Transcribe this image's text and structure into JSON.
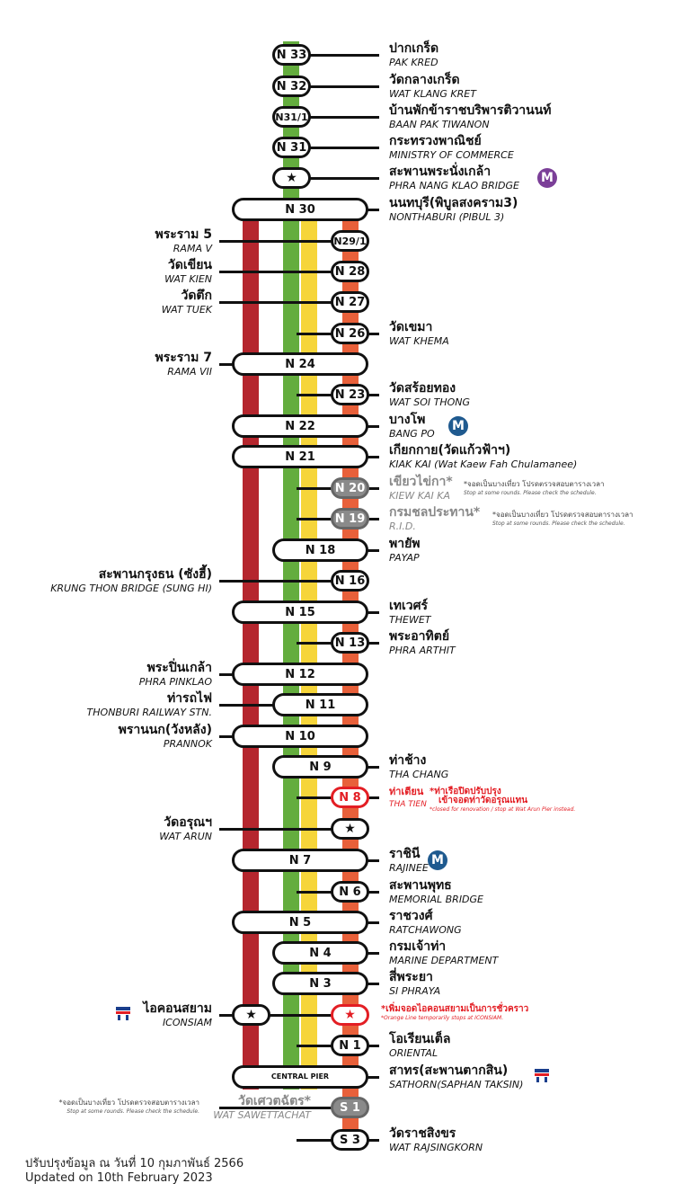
{
  "colors": {
    "red_line": "#b5262e",
    "green_line": "#64ad3e",
    "yellow_line": "#f6d53a",
    "orange_line": "#e8603a",
    "mrt_purple": "#7b3f98",
    "mrt_blue": "#1f5a8f",
    "alert_red": "#e31e24"
  },
  "stations": [
    {
      "code": "N 33",
      "type": "small-green",
      "th": "ปากเกร็ด",
      "en": "PAK KRED",
      "side": "right"
    },
    {
      "code": "N 32",
      "type": "small-green",
      "th": "วัดกลางเกร็ด",
      "en": "WAT KLANG KRET",
      "side": "right"
    },
    {
      "code": "N31/1",
      "type": "small-green",
      "th": "บ้านพักข้าราชบริพารติวานนท์",
      "en": "BAAN PAK TIWANON",
      "side": "right"
    },
    {
      "code": "N 31",
      "type": "small-green",
      "th": "กระทรวงพาณิชย์",
      "en": "MINISTRY OF COMMERCE",
      "side": "right"
    },
    {
      "code": "★",
      "type": "small-green",
      "th": "สะพานพระนั่งเกล้า",
      "en": "PHRA NANG KLAO BRIDGE",
      "side": "right",
      "icon": "mrt-purple-icon"
    },
    {
      "code": "N 30",
      "type": "wide",
      "th": "นนทบุรี(พิบูลสงคราม3)",
      "en": "NONTHABURI (PIBUL 3)",
      "side": "right"
    },
    {
      "code": "N29/1",
      "type": "orange",
      "th": "พระราม 5",
      "en": "RAMA V",
      "side": "left"
    },
    {
      "code": "N 28",
      "type": "orange",
      "th": "วัดเขียน",
      "en": "WAT KIEN",
      "side": "left"
    },
    {
      "code": "N 27",
      "type": "orange",
      "th": "วัดตึก",
      "en": "WAT TUEK",
      "side": "left"
    },
    {
      "code": "N 26",
      "type": "orange",
      "th": "วัดเขมา",
      "en": "WAT KHEMA",
      "side": "right"
    },
    {
      "code": "N 24",
      "type": "wide",
      "th": "พระราม 7",
      "en": "RAMA VII",
      "side": "left"
    },
    {
      "code": "N 23",
      "type": "orange",
      "th": "วัดสร้อยทอง",
      "en": "WAT SOI THONG",
      "side": "right"
    },
    {
      "code": "N 22",
      "type": "wide",
      "th": "บางโพ",
      "en": "BANG PO",
      "side": "right",
      "icon": "mrt-blue-icon"
    },
    {
      "code": "N 21",
      "type": "wide",
      "th": "เกียกกาย(วัดแก้วฟ้าฯ)",
      "en": "KIAK KAI (Wat Kaew Fah Chulamanee)",
      "side": "right"
    },
    {
      "code": "N 20",
      "type": "grey",
      "th": "เขียวไข่กา*",
      "en": "KIEW KAI KA",
      "side": "right",
      "note": "*จอดเป็นบางเที่ยว โปรดตรวจสอบตารางเวลา",
      "note_en": "Stop at some rounds. Please check the schedule."
    },
    {
      "code": "N 19",
      "type": "grey",
      "th": "กรมชลประทาน*",
      "en": "R.I.D.",
      "side": "right",
      "note": "*จอดเป็นบางเที่ยว โปรดตรวจสอบตารางเวลา",
      "note_en": "Stop at some rounds. Please check the schedule."
    },
    {
      "code": "N 18",
      "type": "mid",
      "th": "พายัพ",
      "en": "PAYAP",
      "side": "right"
    },
    {
      "code": "N 16",
      "type": "orange",
      "th": "สะพานกรุงธน (ซังฮี้)",
      "en": "KRUNG THON BRIDGE (SUNG HI)",
      "side": "left"
    },
    {
      "code": "N 15",
      "type": "wide",
      "th": "เทเวศร์",
      "en": "THEWET",
      "side": "right"
    },
    {
      "code": "N 13",
      "type": "orange",
      "th": "พระอาทิตย์",
      "en": "PHRA ARTHIT",
      "side": "right"
    },
    {
      "code": "N 12",
      "type": "wide",
      "th": "พระปิ่นเกล้า",
      "en": "PHRA PINKLAO",
      "side": "left"
    },
    {
      "code": "N 11",
      "type": "mid",
      "th": "ท่ารถไฟ",
      "en": "THONBURI RAILWAY STN.",
      "side": "left"
    },
    {
      "code": "N 10",
      "type": "wide",
      "th": "พรานนก(วังหลัง)",
      "en": "PRANNOK",
      "side": "left"
    },
    {
      "code": "N 9",
      "type": "mid",
      "th": "ท่าช้าง",
      "en": "THA CHANG",
      "side": "right"
    },
    {
      "code": "N 8",
      "type": "red",
      "th": "ท่าเตียน",
      "en": "THA TIEN",
      "side": "right",
      "note": "*ท่าเรือปิดปรับปรุง",
      "note2": "เข้าจอดท่าวัดอรุณแทน",
      "note_en": "*closed for renovation / stop at Wat Arun Pier instead."
    },
    {
      "code": "★",
      "type": "orange",
      "th": "วัดอรุณฯ",
      "en": "WAT ARUN",
      "side": "left"
    },
    {
      "code": "N 7",
      "type": "wide",
      "th": "ราชินี",
      "en": "RAJINEE",
      "side": "right",
      "icon": "mrt-blue-icon"
    },
    {
      "code": "N 6",
      "type": "orange",
      "th": "สะพานพุทธ",
      "en": "MEMORIAL BRIDGE",
      "side": "right"
    },
    {
      "code": "N 5",
      "type": "wide",
      "th": "ราชวงศ์",
      "en": "RATCHAWONG",
      "side": "right"
    },
    {
      "code": "N 4",
      "type": "mid",
      "th": "กรมเจ้าท่า",
      "en": "MARINE DEPARTMENT",
      "side": "right"
    },
    {
      "code": "N 3",
      "type": "mid",
      "th": "สี่พระยา",
      "en": "SI PHRAYA",
      "side": "right"
    },
    {
      "code": "★",
      "type": "iconsiam",
      "th": "ไอคอนสยาม",
      "en": "ICONSIAM",
      "side": "left",
      "icon": "bts-icon",
      "note": "*เพิ่มจอดไอคอนสยามเป็นการชั่วคราว",
      "note_en": "*Orange Line temporarily stops at ICONSIAM."
    },
    {
      "code": "N 1",
      "type": "orange",
      "th": "โอเรียนเต็ล",
      "en": "ORIENTAL",
      "side": "right"
    },
    {
      "code": "CENTRAL PIER",
      "type": "central",
      "th": "สาทร(สะพานตากสิน)",
      "en": "SATHORN(SAPHAN TAKSIN)",
      "side": "right",
      "icon": "bts-icon"
    },
    {
      "code": "S 1",
      "type": "grey",
      "th": "วัดเศวตฉัตร*",
      "en": "WAT SAWETTACHAT",
      "side": "left",
      "note": "*จอดเป็นบางเที่ยว โปรดตรวจสอบตารางเวลา",
      "note_en": "Stop at some rounds. Please check the schedule."
    },
    {
      "code": "S 3",
      "type": "orange",
      "th": "วัดราชสิงขร",
      "en": "WAT RAJSINGKORN",
      "side": "right"
    }
  ],
  "footer": {
    "th": "ปรับปรุงข้อมูล ณ วันที่ 10 กุมภาพันธ์ 2566",
    "en": "Updated on 10th February 2023"
  }
}
